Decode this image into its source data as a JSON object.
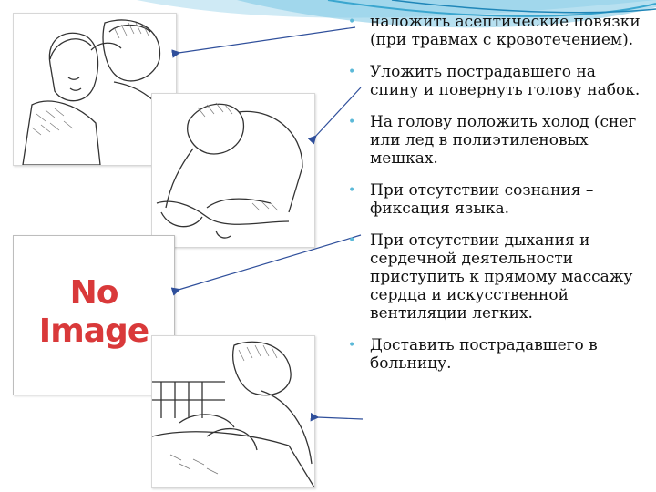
{
  "items": [
    "наложить асептические повязки (при травмах с кровотечением).",
    "Уложить пострадавшего на спину и повернуть голову набок.",
    "На голову положить холод (снег или лед в полиэтиленовых мешках.",
    "При отсутствии сознания – фиксация языка.",
    "При отсутствии дыхания и сердечной деятельности приступить к прямому массажу сердца и искусственной вентиляции легких.",
    "Доставить пострадавшего в больницу."
  ],
  "placeholder": {
    "line1": "No",
    "line2": "Image"
  },
  "bullet_glyph": "•",
  "colors": {
    "accent": "#5bb9d8",
    "arrow": "#2f4f9b",
    "placeholder": "#d9393a"
  },
  "illustrations": [
    "child-head-bandage-illustration",
    "child-lying-side-illustration",
    "child-in-bed-illustration"
  ]
}
